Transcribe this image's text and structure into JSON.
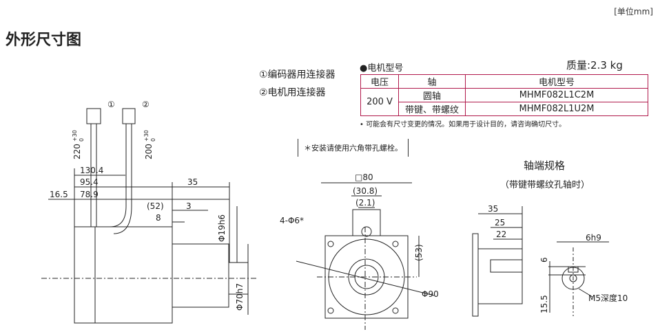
{
  "unit": "[单位mm]",
  "title": "外形尺寸图",
  "connectors": [
    "①编码器用连接器",
    "②电机用连接器"
  ],
  "model_label": "●电机型号",
  "mass": "质量:2.3 kg",
  "table": {
    "headers": [
      "电压",
      "轴",
      "电机型号"
    ],
    "voltage": "200 V",
    "rows": [
      {
        "shaft": "圆轴",
        "model": "MHMF082L1C2M"
      },
      {
        "shaft": "带键、带螺纹",
        "model": "MHMF082L1U2M"
      }
    ]
  },
  "note": "• 可能会有尺寸变更的情况。如果用于设计目的，请咨询确切尺寸。",
  "bracket_note": "＊安装请使用六角带孔螺栓。",
  "shaft_spec": {
    "title": "轴端规格",
    "subtitle": "（带键带螺纹孔轴时）"
  },
  "dims": {
    "d130_4": "130.4",
    "d95_4": "95.4",
    "d78_9": "78.9",
    "d16_5": "16.5",
    "d35": "35",
    "d52": "(52)",
    "d3": "3",
    "d8": "8",
    "phi19": "Φ19h6",
    "phi70": "Φ70h7",
    "l220": "220",
    "l200": "200",
    "tol_plus": "+30",
    "tol_zero": "0",
    "c1": "①",
    "c2": "②",
    "sq80": "□80",
    "d30_8": "(30.8)",
    "d2_1": "(2.1)",
    "d53": "(53)",
    "holes": "4-Φ6*",
    "phi90": "Φ90",
    "k35": "35",
    "k25": "25",
    "k22": "22",
    "h6h9": "6h9",
    "h6": "6",
    "h15_5": "15.5",
    "m5": "M5深度10"
  }
}
